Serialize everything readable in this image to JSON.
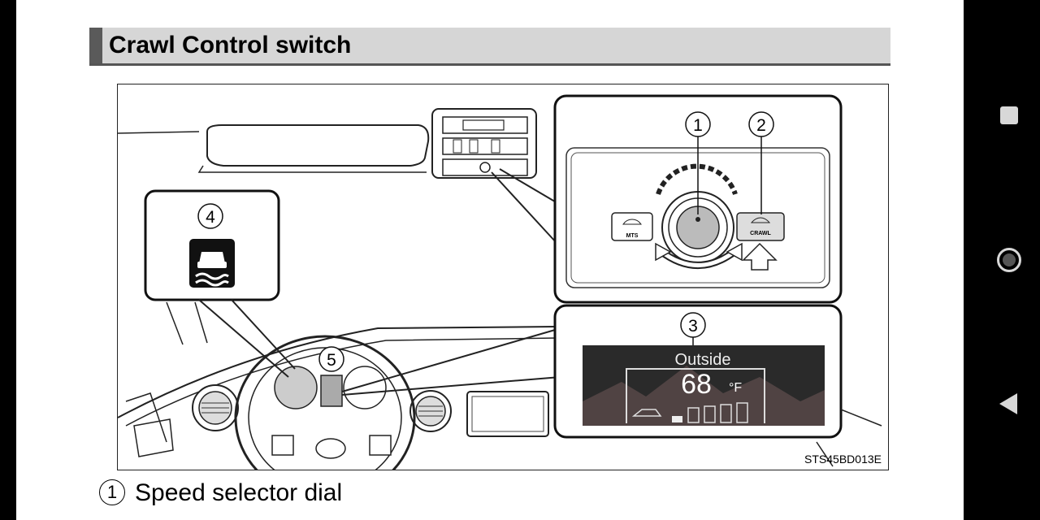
{
  "header": {
    "title": "Crawl Control switch"
  },
  "figure": {
    "code": "STS45BD013E",
    "callouts": [
      "1",
      "2",
      "3",
      "4",
      "5"
    ],
    "switch": {
      "left_label": "MTS",
      "right_label": "CRAWL"
    },
    "display": {
      "label": "Outside",
      "temperature": "68",
      "unit": "°F"
    }
  },
  "caption": {
    "number": "1",
    "text": "Speed selector dial"
  },
  "navbar": {
    "buttons": [
      "recent-apps",
      "home",
      "back"
    ]
  }
}
